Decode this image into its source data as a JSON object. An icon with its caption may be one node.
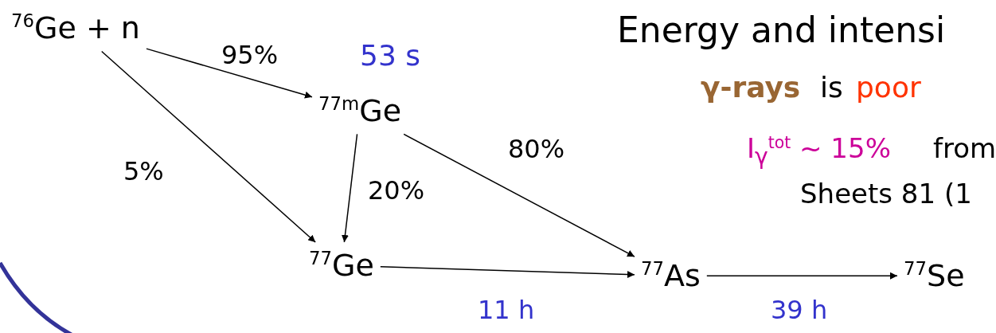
{
  "diagram": {
    "nodes": [
      {
        "text": [
          "$^{76}$Ge + n"
        ]
      },
      {
        "text": [
          "$^{77m}$Ge"
        ],
        "beside": [
          "53 s"
        ]
      },
      {
        "text": [
          "$^{77}$Ge"
        ]
      },
      {
        "text": [
          "$^{77}$As"
        ]
      },
      {
        "text": [
          "$^{77}$Se"
        ]
      }
    ],
    "edges": [
      {
        "from": 0,
        "to": 1,
        "arrow": "to",
        "label": "95%"
      },
      {
        "from": 0,
        "to": 2,
        "arrow": "to",
        "label": "5%"
      },
      {
        "from": 1,
        "to": 2,
        "arrow": "to",
        "label": "20%"
      },
      {
        "from": 1,
        "to": 3,
        "arrow": "to",
        "label": "80%"
      },
      {
        "from": 2,
        "to": 3,
        "arrow": "to",
        "label": "11 h"
      },
      {
        "from": 3,
        "to": 4,
        "arrow": "to",
        "label": "39 h"
      }
    ],
    "labels": [
      "Energy and intensi",
      "γ-rays",
      "is",
      "poor",
      "I$_{γ}$$^{tot}$ ~ 15%",
      "from",
      "Sheets 81 (1"
    ]
  }
}
